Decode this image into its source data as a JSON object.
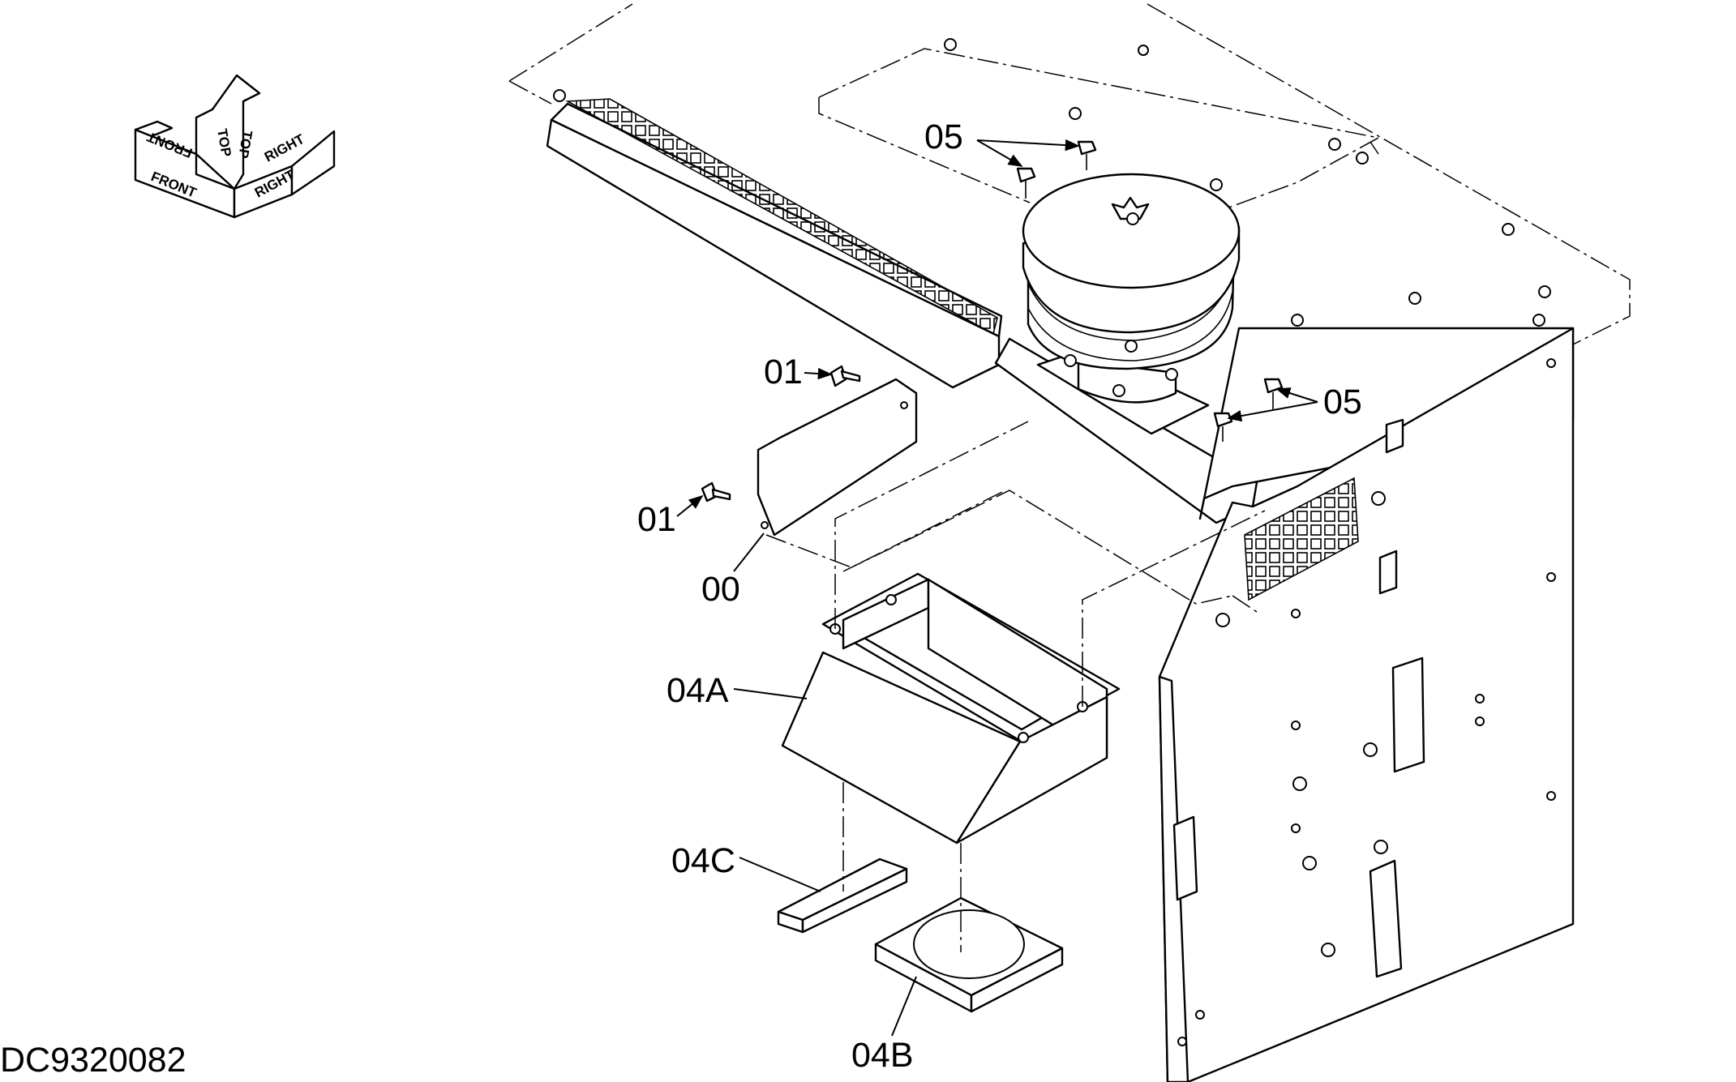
{
  "drawing_id": "DC9320082",
  "orientation": {
    "front": "FRONT",
    "top": "TOP",
    "right": "RIGHT"
  },
  "callouts": {
    "c00": "00",
    "c01_upper": "01",
    "c01_lower": "01",
    "c04A": "04A",
    "c04B": "04B",
    "c04C": "04C",
    "c05_upper": "05",
    "c05_lower": "05"
  }
}
